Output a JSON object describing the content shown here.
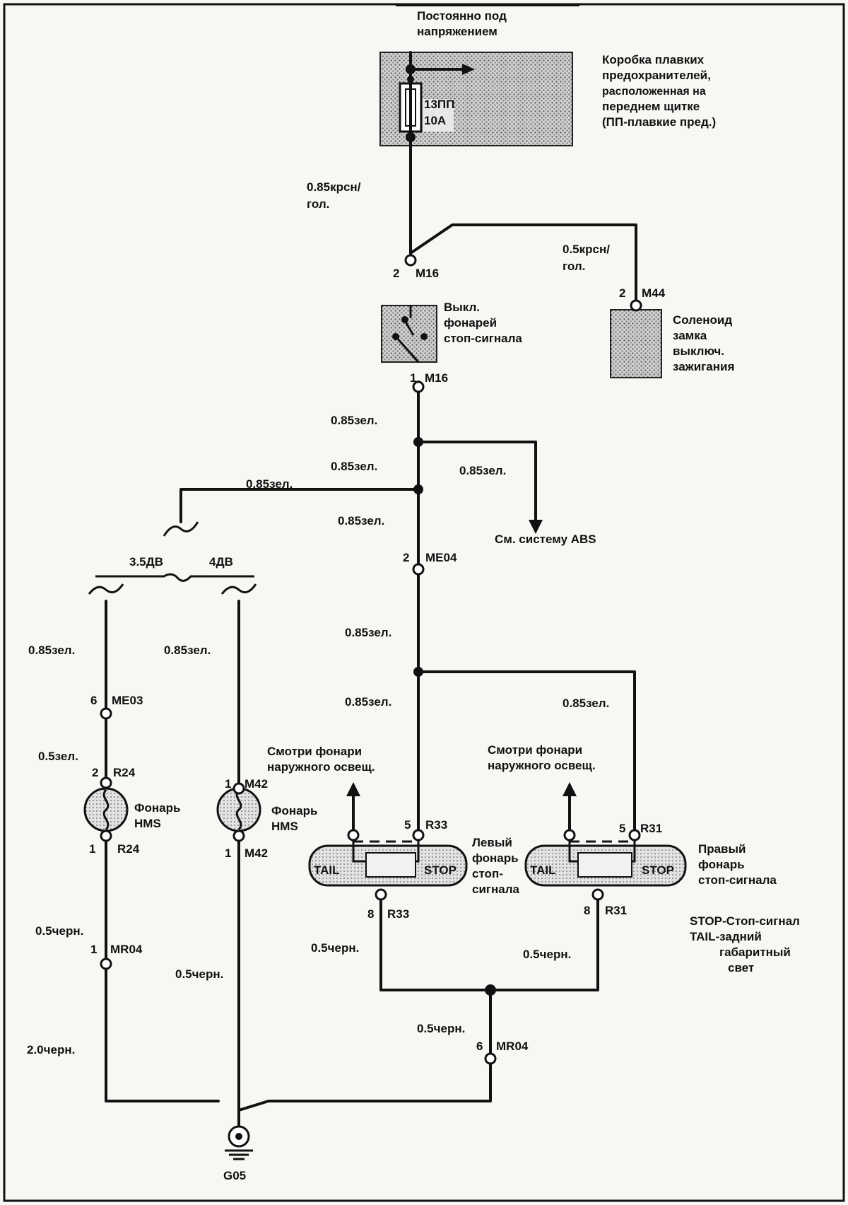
{
  "top_label": [
    "Постоянно под",
    "напряжением"
  ],
  "fuse_box": {
    "description": [
      "Коробка плавких",
      "предохранителей,",
      "расположенная на",
      "переднем щитке",
      "(ПП-плавкие пред.)"
    ],
    "fuse": [
      "13ПП",
      "10А"
    ]
  },
  "wires": {
    "w_fuse_switch": [
      "0.85крсн/",
      "гол."
    ],
    "w_m44": [
      "0.5крсн/",
      "гол."
    ],
    "w_switch_out": "0.85зел.",
    "w_mid1": "0.85зел.",
    "w_abs": "0.85зел.",
    "w_left_branch": "0.85зел.",
    "w_to_me04": "0.85зел.",
    "w_me04_down": "0.85зел.",
    "w_to_r33": "0.85зел.",
    "w_to_r31": "0.85зел.",
    "w_left_me03": "0.85зел.",
    "w_left_m42": "0.85зел.",
    "w_r24": "0.5зел.",
    "w_mr04_left": "0.5черн.",
    "w_m42_gnd": "0.5черн.",
    "w_r33_gnd": "0.5черн.",
    "w_r31_gnd": "0.5черн.",
    "w_mr04_right": "0.5черн.",
    "w_ground_left": "2.0черн."
  },
  "connectors": {
    "m16_top": {
      "pin": "2",
      "name": "M16"
    },
    "m16_bottom": {
      "pin": "1",
      "name": "M16"
    },
    "m44": {
      "pin": "2",
      "name": "M44"
    },
    "me04": {
      "pin": "2",
      "name": "ME04"
    },
    "me03": {
      "pin": "6",
      "name": "ME03"
    },
    "r24_top": {
      "pin": "2",
      "name": "R24"
    },
    "r24_bottom": {
      "pin": "1",
      "name": "R24"
    },
    "m42_top": {
      "pin": "1",
      "name": "M42"
    },
    "m42_bottom": {
      "pin": "1",
      "name": "M42"
    },
    "r33_top": {
      "pin": "5",
      "name": "R33"
    },
    "r33_bottom": {
      "pin": "8",
      "name": "R33"
    },
    "r31_top": {
      "pin": "5",
      "name": "R31"
    },
    "r31_bottom": {
      "pin": "8",
      "name": "R31"
    },
    "mr04_left": {
      "pin": "1",
      "name": "MR04"
    },
    "mr04_right": {
      "pin": "6",
      "name": "MR04"
    },
    "ground": "G05"
  },
  "components": {
    "brake_switch": [
      "Выкл.",
      "фонарей",
      "стоп-сигнала"
    ],
    "solenoid": [
      "Соленоид",
      "замка",
      "выключ.",
      "зажигания"
    ],
    "abs_ref": "См. систему ABS",
    "variant_left": "3.5ДВ",
    "variant_right": "4ДВ",
    "lamp_hms_left": [
      "Фонарь",
      "HMS"
    ],
    "lamp_hms_right": [
      "Фонарь",
      "HMS"
    ],
    "left_stop_lamp": [
      "Левый",
      "фонарь",
      "стоп-",
      "сигнала"
    ],
    "right_stop_lamp": [
      "Правый",
      "фонарь",
      "стоп-сигнала"
    ],
    "see_exterior_left": [
      "Смотри фонари",
      "наружного освещ."
    ],
    "see_exterior_right": [
      "Смотри фонари",
      "наружного освещ."
    ],
    "tail": "TAIL",
    "stop": "STOP"
  },
  "legend": [
    "STOP-Стоп-сигнал",
    "TAIL-задний",
    "габаритный",
    "свет"
  ]
}
